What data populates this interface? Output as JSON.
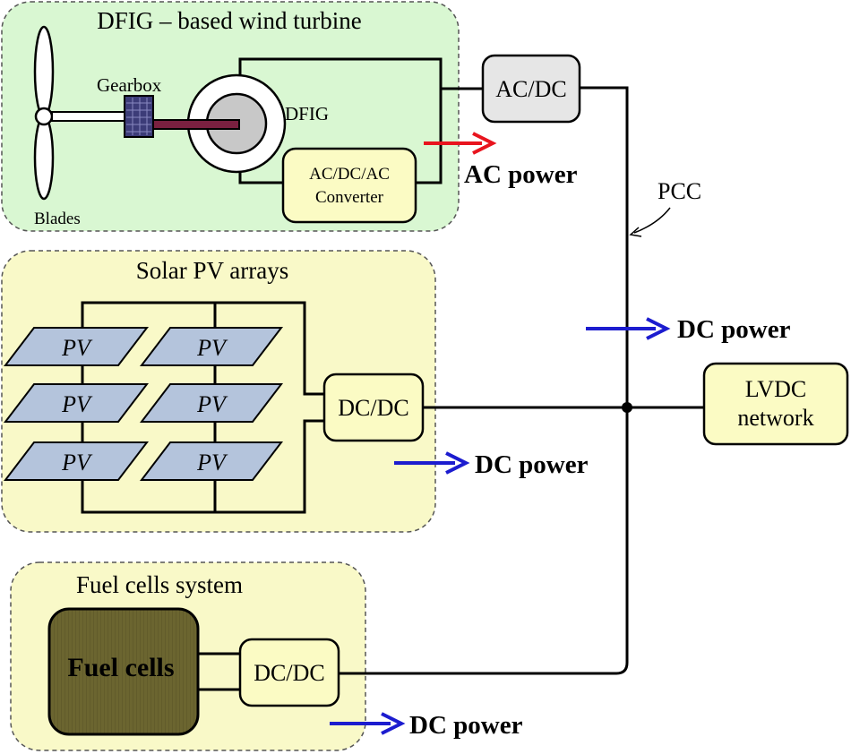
{
  "regions": {
    "wind": {
      "title": "DFIG – based wind turbine",
      "fill": "#d9f7d2"
    },
    "solar": {
      "title": "Solar PV arrays",
      "fill": "#f9f9c8"
    },
    "fuel": {
      "title": "Fuel cells system",
      "fill": "#f9f9c8"
    }
  },
  "wind_labels": {
    "gearbox": "Gearbox",
    "dfig": "DFIG",
    "blades": "Blades",
    "converter_line1": "AC/DC/AC",
    "converter_line2": "Converter"
  },
  "converters": {
    "wind_acdc": "AC/DC",
    "solar_dcdc": "DC/DC",
    "fuel_dcdc": "DC/DC"
  },
  "pv_panels": [
    "PV",
    "PV",
    "PV",
    "PV",
    "PV",
    "PV"
  ],
  "fuel_cells_label": "Fuel cells",
  "pcc_label": "PCC",
  "network": {
    "line1": "LVDC",
    "line2": "network"
  },
  "power_flows": {
    "wind": "AC power",
    "pcc": "DC power",
    "solar": "DC power",
    "fuel": "DC power"
  },
  "colors": {
    "box_fill": "#fbfbc4",
    "acdc_fill": "#e6e6e6",
    "pv_fill": "#b4c4dc",
    "fuel_fill": "#6b6530",
    "gearbox_fill": "#3c3c78",
    "shaft": "#7a2040",
    "ac_arrow": "#e8141e",
    "dc_arrow": "#1c1ccf"
  }
}
